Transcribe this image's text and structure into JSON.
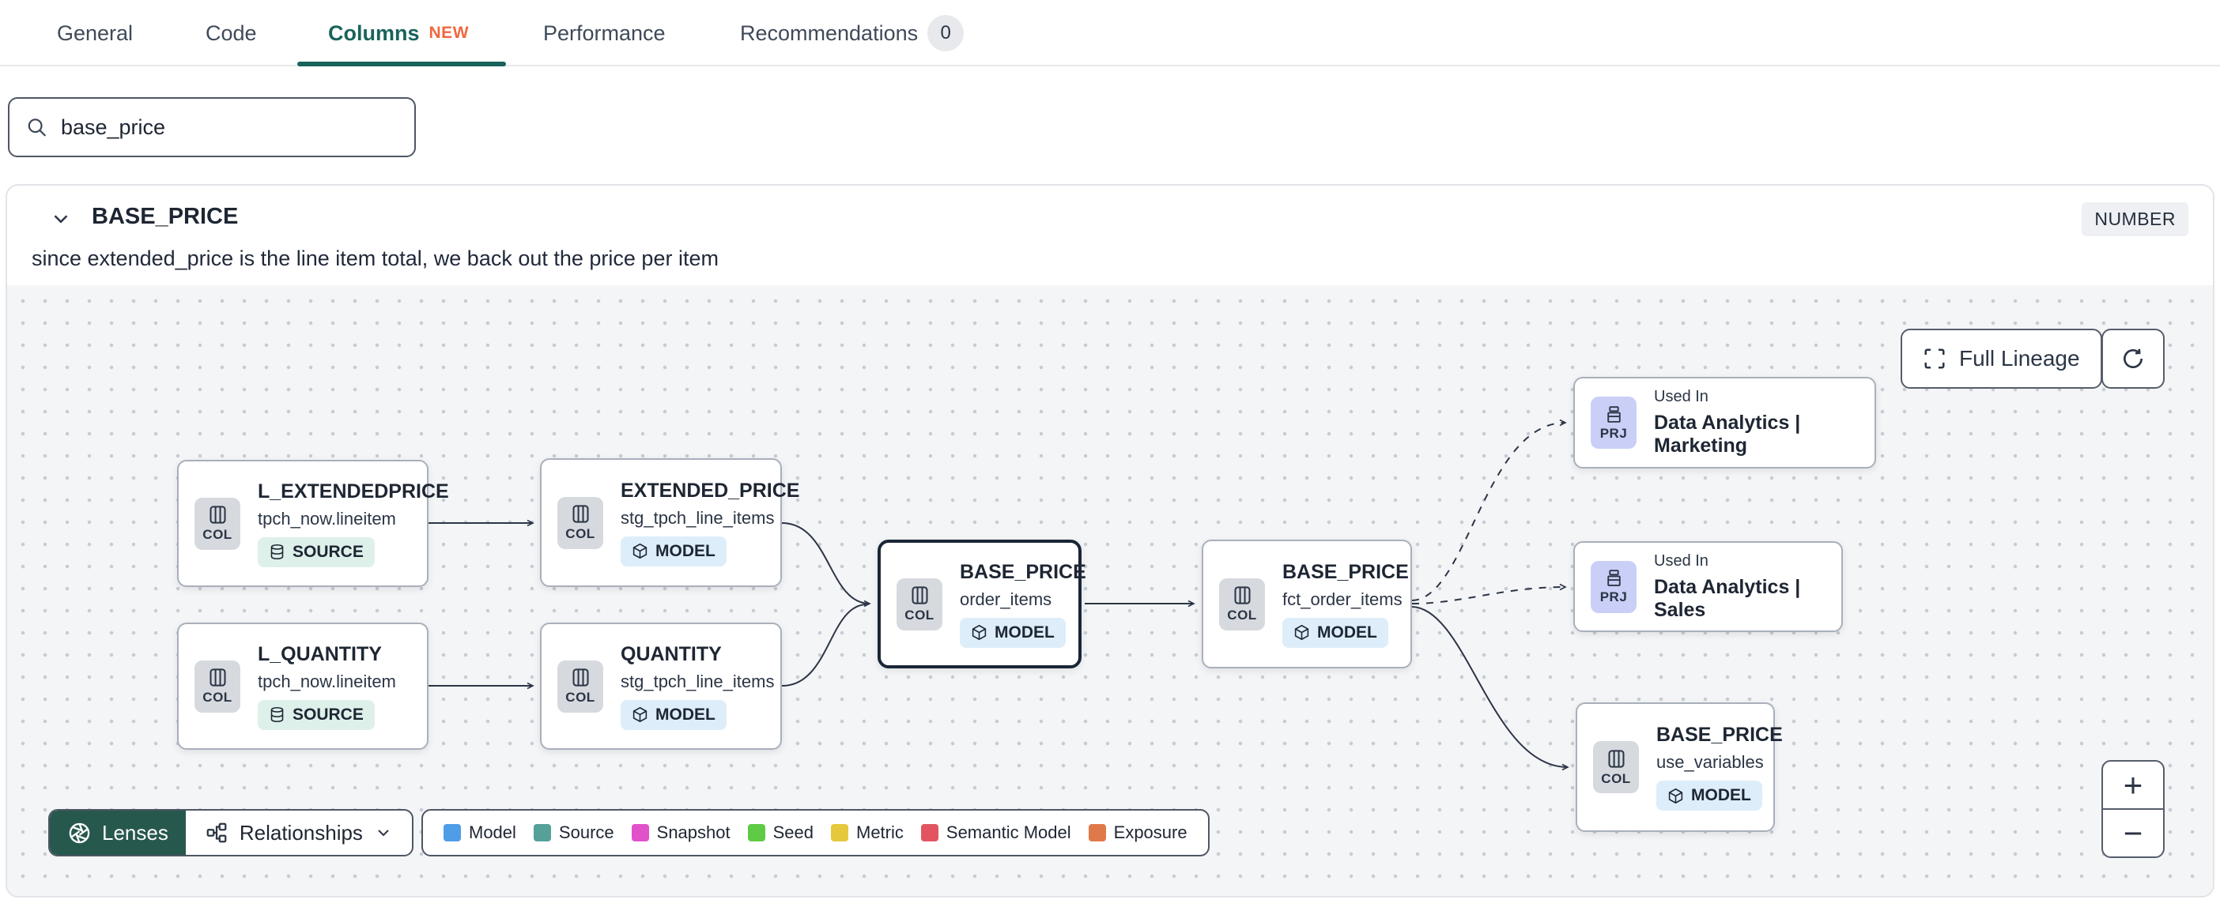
{
  "tabs": {
    "items": [
      {
        "label": "General"
      },
      {
        "label": "Code"
      },
      {
        "label": "Columns",
        "badge": "NEW"
      },
      {
        "label": "Performance"
      },
      {
        "label": "Recommendations",
        "count": "0"
      }
    ]
  },
  "search": {
    "value": "base_price"
  },
  "panel": {
    "title": "BASE_PRICE",
    "type": "NUMBER",
    "description": "since extended_price is the line item total, we back out the price per item"
  },
  "lineage": {
    "toolbar": {
      "full_lineage_label": "Full Lineage"
    },
    "nodes": [
      {
        "title": "L_EXTENDEDPRICE",
        "subtitle": "tpch_now.lineitem",
        "entity": "COL",
        "resource": "SOURCE"
      },
      {
        "title": "EXTENDED_PRICE",
        "subtitle": "stg_tpch_line_items",
        "entity": "COL",
        "resource": "MODEL"
      },
      {
        "title": "L_QUANTITY",
        "subtitle": "tpch_now.lineitem",
        "entity": "COL",
        "resource": "SOURCE"
      },
      {
        "title": "QUANTITY",
        "subtitle": "stg_tpch_line_items",
        "entity": "COL",
        "resource": "MODEL"
      },
      {
        "title": "BASE_PRICE",
        "subtitle": "order_items",
        "entity": "COL",
        "resource": "MODEL",
        "selected": true
      },
      {
        "title": "BASE_PRICE",
        "subtitle": "fct_order_items",
        "entity": "COL",
        "resource": "MODEL"
      },
      {
        "eyebrow": "Used In",
        "title": "Data Analytics | Marketing",
        "entity": "PRJ"
      },
      {
        "eyebrow": "Used In",
        "title": "Data Analytics | Sales",
        "entity": "PRJ"
      },
      {
        "title": "BASE_PRICE",
        "subtitle": "use_variables",
        "entity": "COL",
        "resource": "MODEL"
      }
    ],
    "legend": [
      {
        "label": "Model",
        "color": "#4e9de6"
      },
      {
        "label": "Source",
        "color": "#55a099"
      },
      {
        "label": "Snapshot",
        "color": "#e151c9"
      },
      {
        "label": "Seed",
        "color": "#5fcb45"
      },
      {
        "label": "Metric",
        "color": "#e6c83d"
      },
      {
        "label": "Semantic Model",
        "color": "#e25560"
      },
      {
        "label": "Exposure",
        "color": "#e0794a"
      }
    ],
    "controls": {
      "lenses": "Lenses",
      "relationships": "Relationships",
      "zoom_in": "+",
      "zoom_out": "−"
    },
    "colors": {
      "active_tab": "#19635c",
      "new_badge": "#f0683f",
      "lenses_bg": "#27584d",
      "edge": "#2b3545"
    },
    "icons": [
      "search-icon",
      "chevron-down-icon",
      "columns-icon",
      "database-icon",
      "cube-icon",
      "project-icon",
      "aperture-icon",
      "relationships-icon",
      "expand-icon",
      "refresh-icon",
      "plus-icon",
      "minus-icon"
    ]
  }
}
